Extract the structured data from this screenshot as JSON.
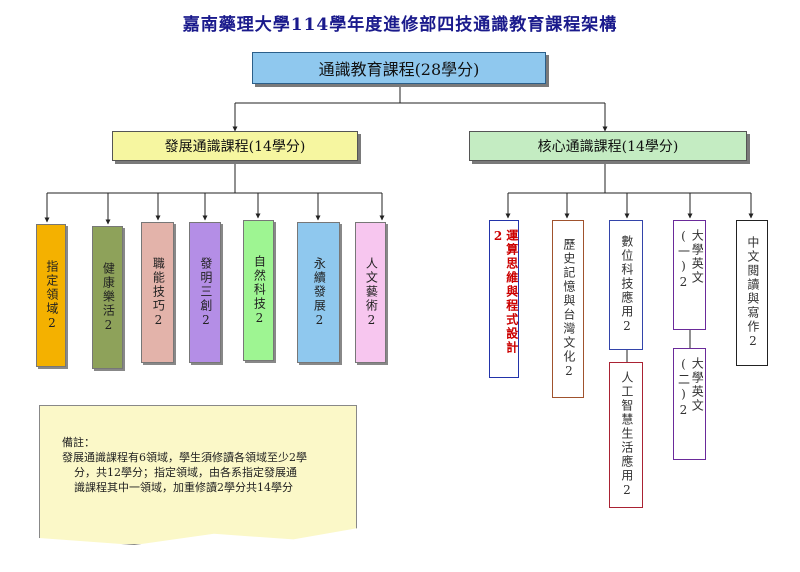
{
  "title": "嘉南藥理大學114學年度進修部四技通識教育課程架構",
  "root": "通識教育課程(28學分)",
  "development": {
    "label": "發展通識課程(14學分)",
    "items": [
      {
        "text": "指定領域2",
        "color": "#f4b100"
      },
      {
        "text": "健康樂活2",
        "color": "#8ea25a"
      },
      {
        "text": "職能技巧2",
        "color": "#e3b3aa"
      },
      {
        "text": "發明三創2",
        "color": "#b48ee6"
      },
      {
        "text": "自然科技2",
        "color": "#9ef592"
      },
      {
        "text": "永續發展2",
        "color": "#8fc8ee"
      },
      {
        "text": "人文藝術2",
        "color": "#f7c6ef"
      }
    ]
  },
  "core": {
    "label": "核心通識課程(14學分)",
    "items": [
      {
        "text": "運算思維與程式設計2",
        "border": "#2233aa",
        "color": "#cc0000",
        "bold": true
      },
      {
        "text": "歷史記憶與台灣文化2",
        "border": "#a0522d",
        "color": "#333333"
      },
      {
        "text": "數位科技應用2",
        "border": "#3344aa",
        "color": "#333333"
      },
      {
        "text": "大學英文(一)2",
        "border": "#6a2a9a",
        "color": "#333333"
      },
      {
        "text": "中文閱讀與寫作2",
        "border": "#222222",
        "color": "#333333"
      },
      {
        "text": "人工智慧生活應用2",
        "border": "#aa2233",
        "color": "#333333"
      },
      {
        "text": "大學英文(二)2",
        "border": "#6a2a9a",
        "color": "#333333"
      }
    ]
  },
  "note": {
    "heading": "備註：",
    "line1": "發展通識課程有6領域，學生須修讀各領域至少2學",
    "line2": "分，共12學分；指定領域，由各系指定發展通",
    "line3": "識課程其中一領域，加重修讀2學分共14學分"
  }
}
